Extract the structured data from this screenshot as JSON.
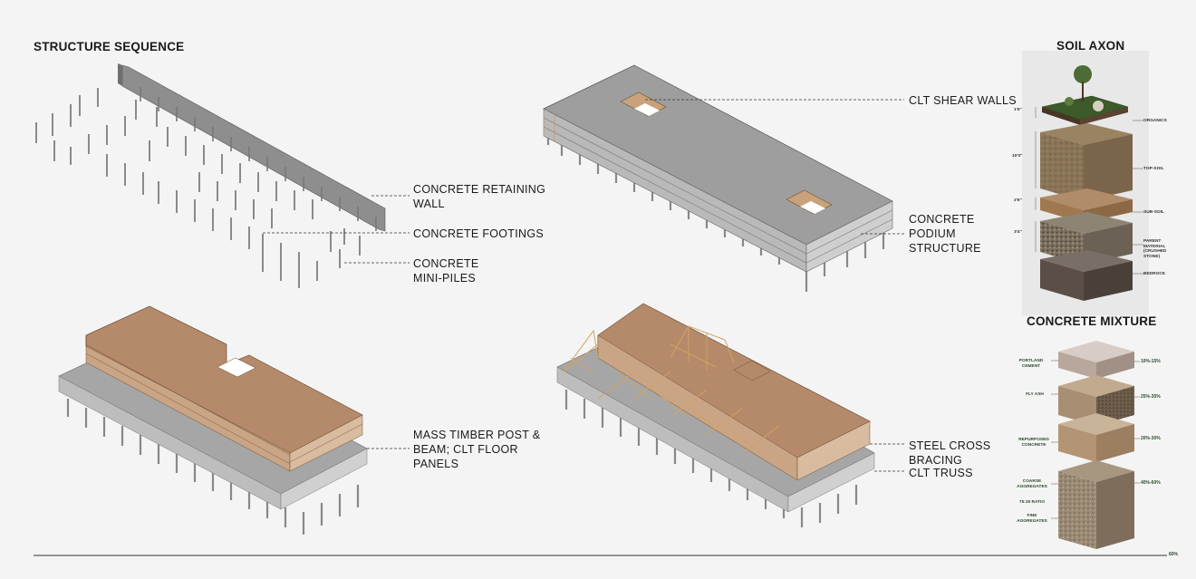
{
  "titles": {
    "structure": "STRUCTURE SEQUENCE",
    "soil": "SOIL AXON",
    "concrete": "CONCRETE MIXTURE"
  },
  "callouts": {
    "retaining_wall": "CONCRETE RETAINING WALL",
    "footings": "CONCRETE FOOTINGS",
    "mini_piles": "CONCRETE MINI-PILES",
    "shear_walls": "CLT SHEAR WALLS",
    "podium": "CONCRETE PODIUM STRUCTURE",
    "mass_timber": "MASS TIMBER POST & BEAM; CLT FLOOR PANELS",
    "cross_bracing": "STEEL CROSS BRACING",
    "clt_truss": "CLT TRUSS"
  },
  "soil_layers": [
    {
      "dim": "1'6\"",
      "name": "ORGANICS"
    },
    {
      "dim": "10'0\"",
      "name": "TOP-SOIL"
    },
    {
      "dim": "2'6\"",
      "name": "SUB-SOIL"
    },
    {
      "dim": "3'4\"",
      "name": "PARENT MATERIAL (CRUSHED STONE)"
    },
    {
      "dim": "",
      "name": "BEDROCK"
    }
  ],
  "concrete_layers": [
    {
      "name": "PORTLAND CEMENT",
      "pct": "10%-15%"
    },
    {
      "name": "FLY ASH",
      "pct": "25%-35%"
    },
    {
      "name": "REPURPOSED CONCRETE",
      "pct": "20%-30%"
    },
    {
      "name": "COARSE AGGREGATES",
      "pct": "40%-60%"
    }
  ],
  "concrete_extra": {
    "ratio": "75:25 RATIO",
    "fine": "FINE AGGREGATES",
    "footer_pct": "60%"
  },
  "colors": {
    "concrete": "#a9a9a9",
    "timber": "#b58a6a",
    "soil_green": "#3c5a2a"
  }
}
